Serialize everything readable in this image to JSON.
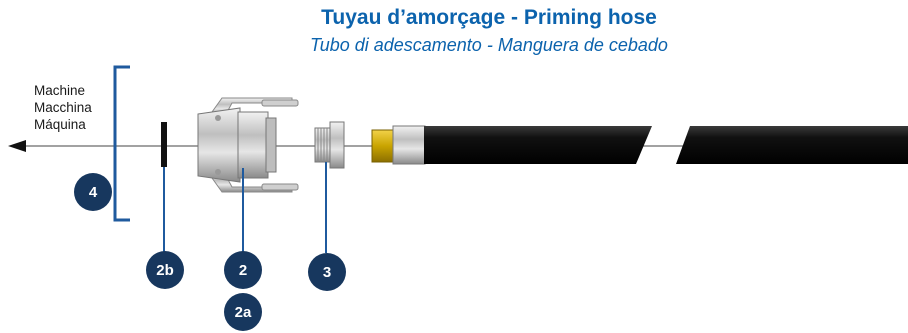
{
  "title": "Tuyau d’amorçage - Priming hose",
  "subtitle": "Tubo di adescamento - Manguera de cebado",
  "machine_label": [
    "Machine",
    "Macchina",
    "Máquina"
  ],
  "badges": {
    "b4": "4",
    "b2b": "2b",
    "b2": "2",
    "b2a": "2a",
    "b3": "3"
  },
  "colors": {
    "title": "#0c63ad",
    "bracket": "#1f5a9e",
    "badge": "#17375e",
    "hose": "#111111",
    "brass": "#c9a400"
  }
}
